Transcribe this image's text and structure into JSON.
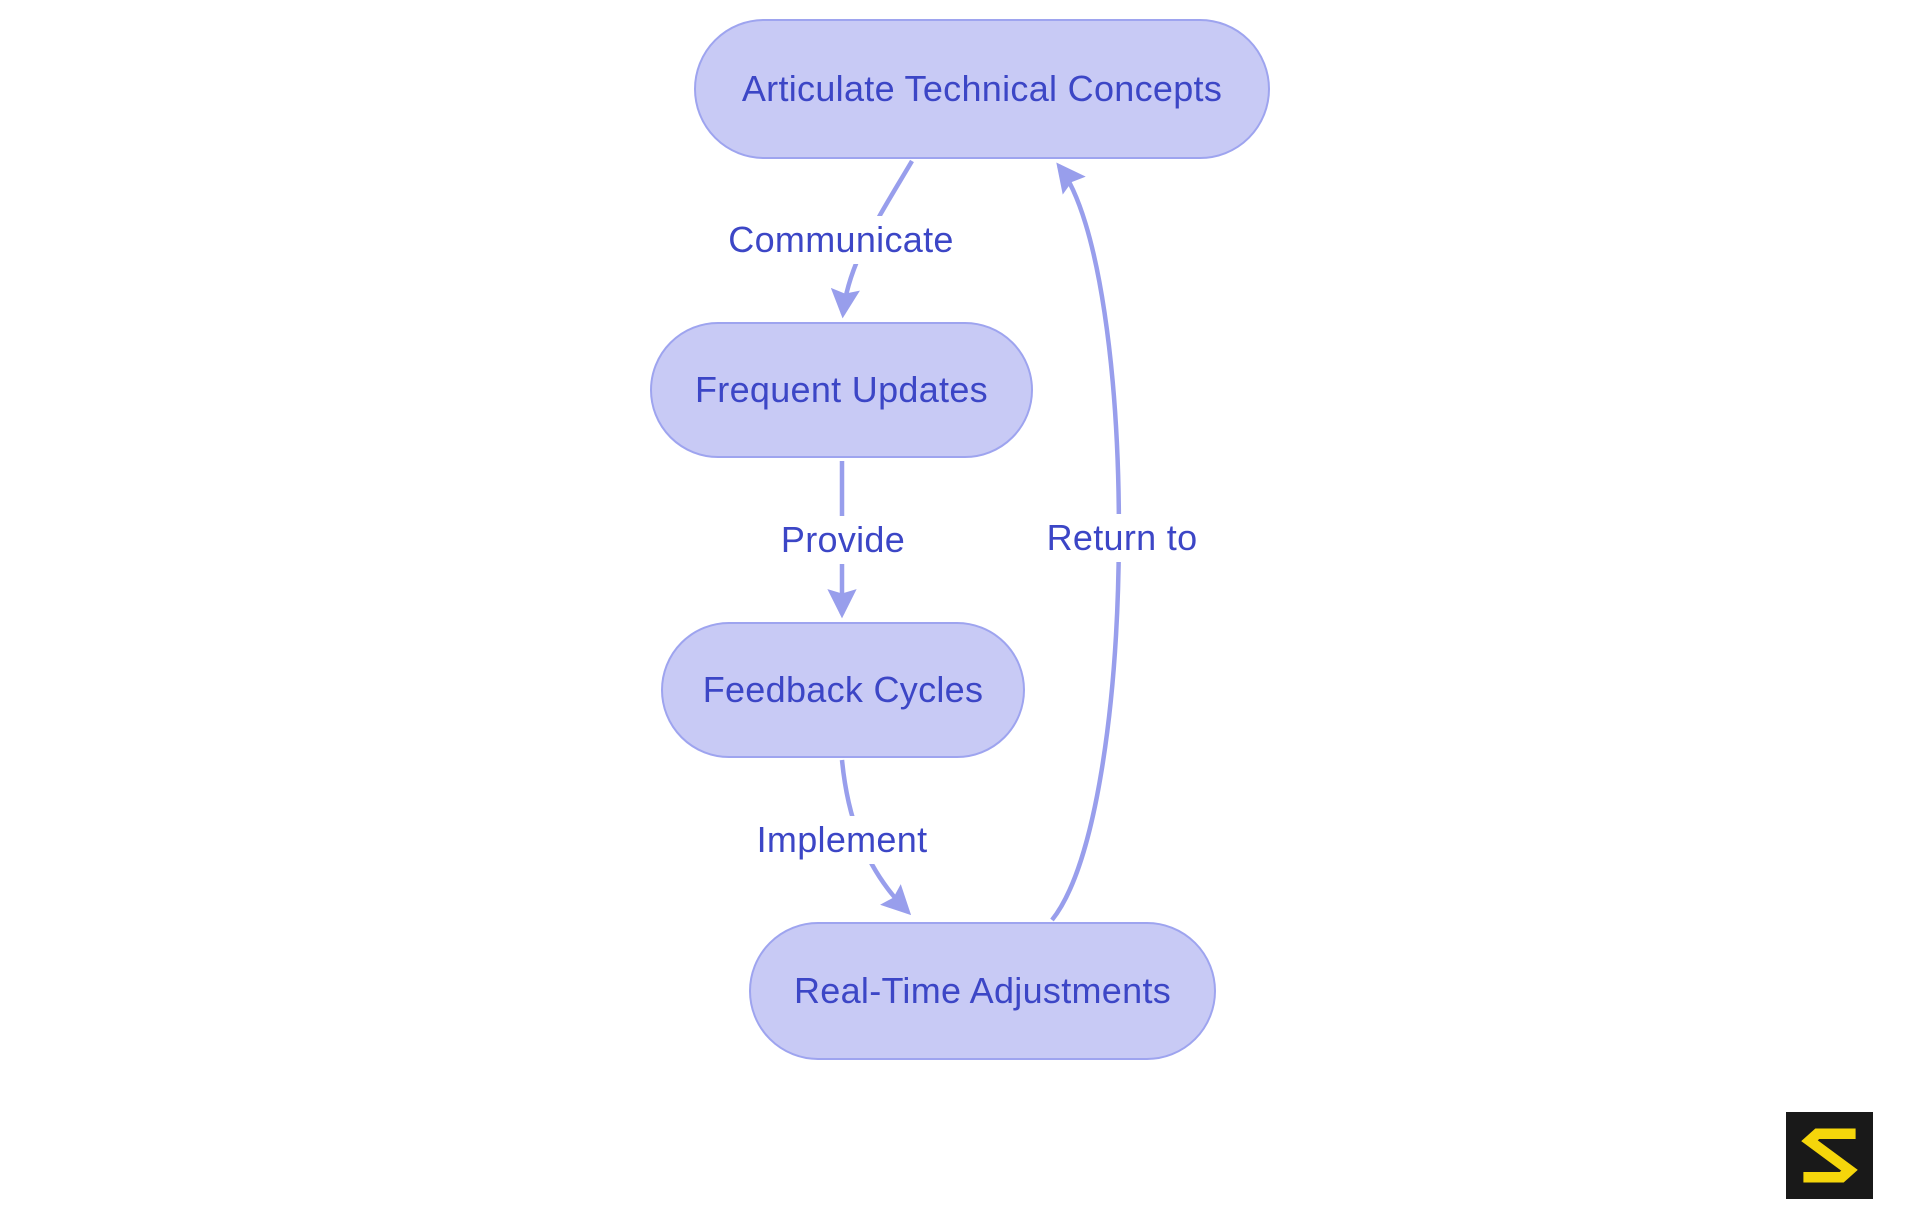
{
  "diagram": {
    "type": "flowchart",
    "direction": "top-down",
    "nodes": [
      {
        "id": "n1",
        "label": "Articulate Technical Concepts"
      },
      {
        "id": "n2",
        "label": "Frequent Updates"
      },
      {
        "id": "n3",
        "label": "Feedback Cycles"
      },
      {
        "id": "n4",
        "label": "Real-Time Adjustments"
      }
    ],
    "edges": [
      {
        "from": "n1",
        "to": "n2",
        "label": "Communicate"
      },
      {
        "from": "n2",
        "to": "n3",
        "label": "Provide"
      },
      {
        "from": "n3",
        "to": "n4",
        "label": "Implement"
      },
      {
        "from": "n4",
        "to": "n1",
        "label": "Return to"
      }
    ]
  },
  "colors": {
    "node_fill": "#C8CAF5",
    "node_border": "#9EA4EF",
    "edge_line": "#989EEC",
    "text": "#3C46C6",
    "background": "#FFFFFF",
    "logo_background": "#191919",
    "logo_glyph": "#F5D60B"
  },
  "logo": {
    "glyph": "S"
  }
}
